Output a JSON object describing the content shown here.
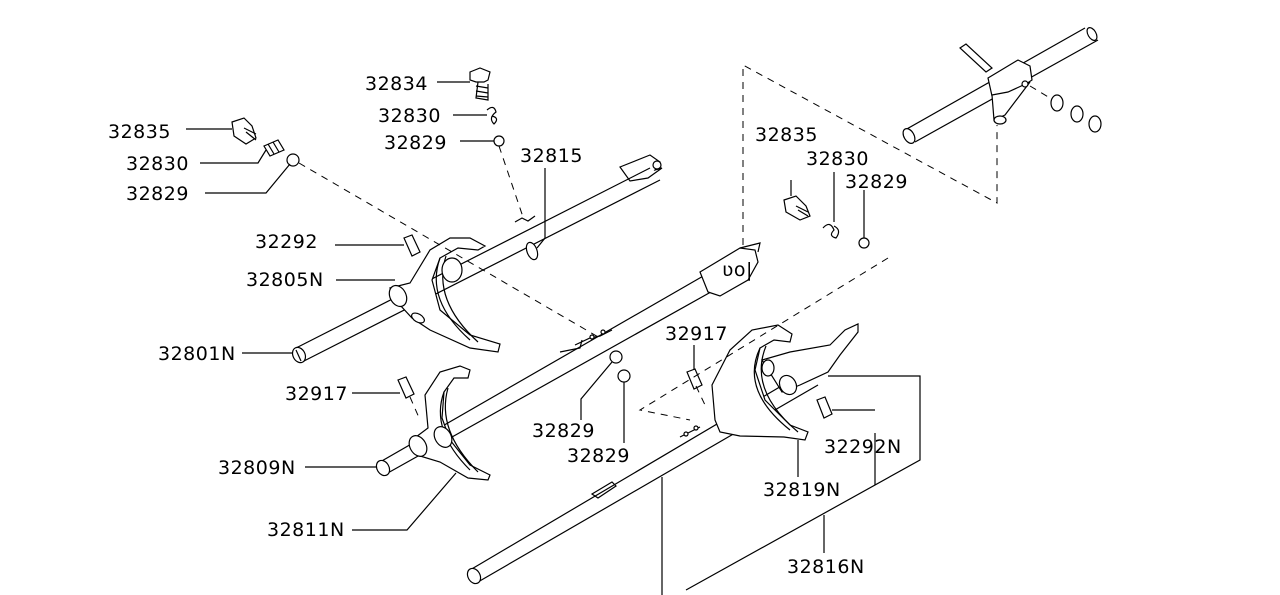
{
  "diagram": {
    "title": "Transmission shift fork and rod assembly",
    "colors": {
      "line": "#000000",
      "background": "#ffffff"
    },
    "labels": {
      "l32834": "32834",
      "l32830a": "32830",
      "l32829a": "32829",
      "l32835a": "32835",
      "l32830b": "32830",
      "l32829b": "32829",
      "l32815": "32815",
      "l32292": "32292",
      "l32805N": "32805N",
      "l32801N": "32801N",
      "l32917a": "32917",
      "l32809N": "32809N",
      "l32811N": "32811N",
      "l32829c": "32829",
      "l32829d": "32829",
      "l32917b": "32917",
      "l32835b": "32835",
      "l32830c": "32830",
      "l32829e": "32829",
      "l32292N": "32292N",
      "l32819N": "32819N",
      "l32816N": "32816N"
    }
  }
}
